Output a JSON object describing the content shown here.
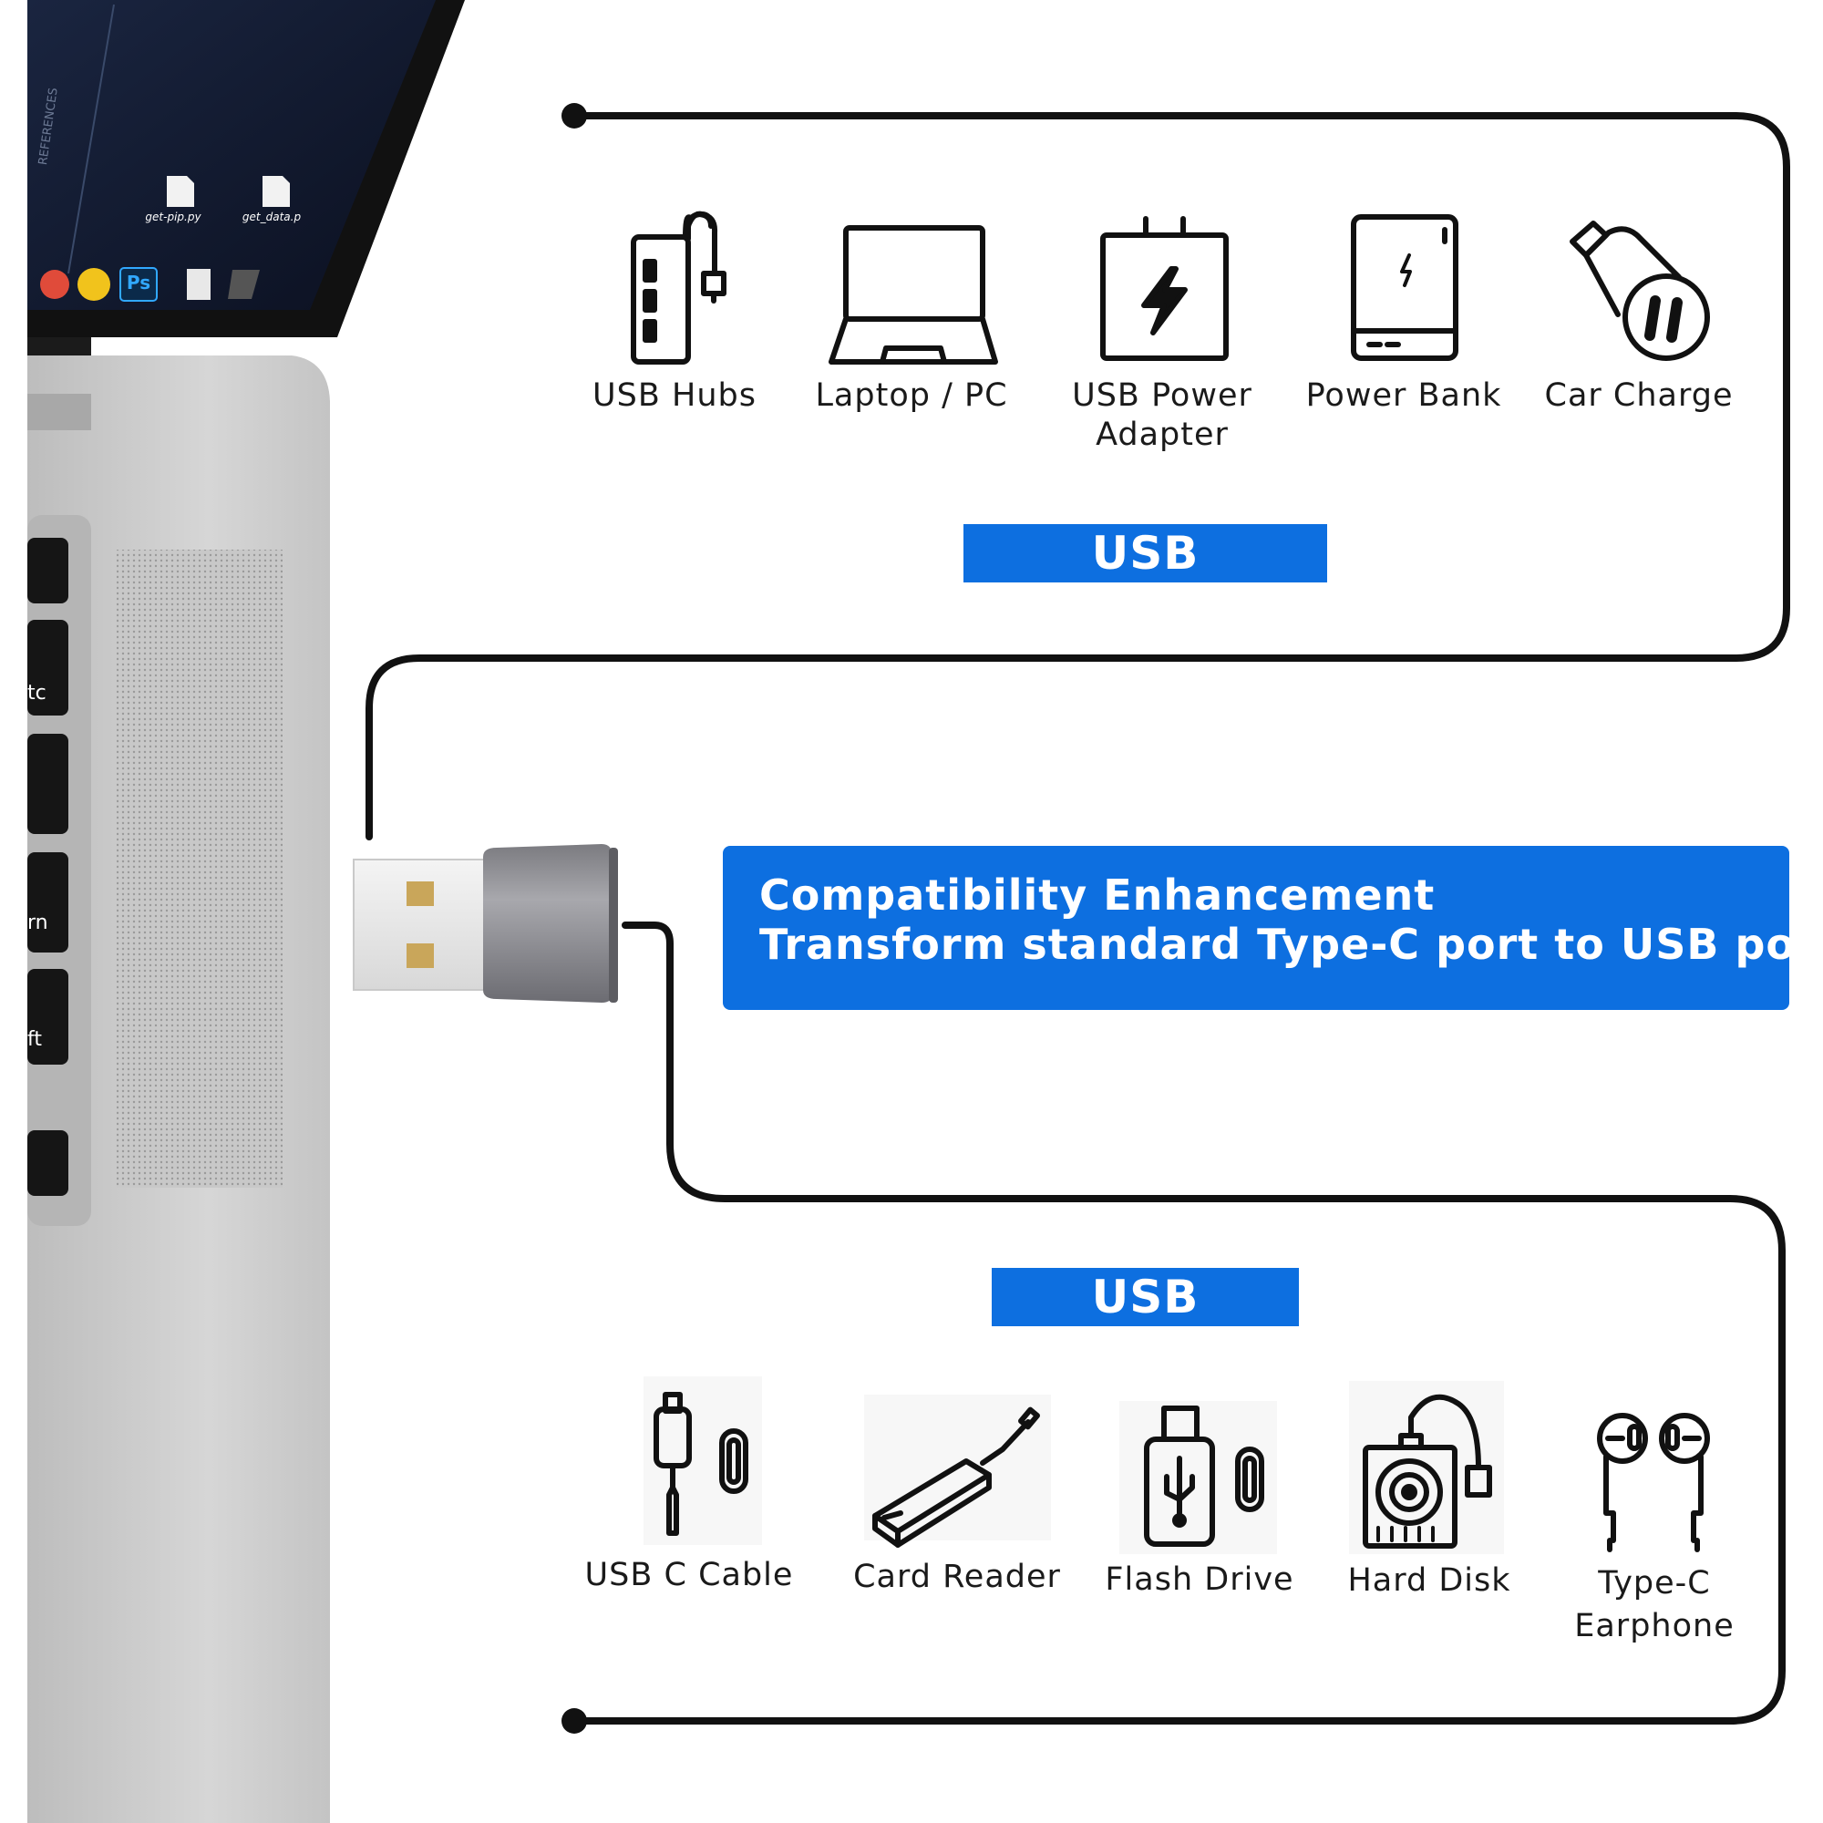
{
  "connector": {
    "title": "USB Connector",
    "devices": [
      {
        "label": "USB Hubs",
        "icon": "usb-hub-icon"
      },
      {
        "label": "Laptop / PC",
        "icon": "laptop-icon"
      },
      {
        "label_line1": "USB Power",
        "label_line2": "Adapter",
        "icon": "power-adapter-icon"
      },
      {
        "label": "Power Bank",
        "icon": "power-bank-icon"
      },
      {
        "label": "Car Charge",
        "icon": "car-charger-icon"
      }
    ]
  },
  "banner": {
    "line1": "Compatibility Enhancement",
    "line2": "Transform standard Type-C port to USB port"
  },
  "female": {
    "title": "USB Female",
    "devices": [
      {
        "label": "USB C Cable",
        "icon": "usb-c-cable-icon"
      },
      {
        "label": "Card Reader",
        "icon": "card-reader-icon"
      },
      {
        "label": "Flash Drive",
        "icon": "flash-drive-icon"
      },
      {
        "label": "Hard Disk",
        "icon": "hard-disk-icon"
      },
      {
        "label_line1": "Type-C",
        "label_line2": "Earphone",
        "icon": "earphone-icon"
      }
    ]
  },
  "laptop_screen": {
    "side_label": "REFERENCES",
    "files": [
      "get-pip.py",
      "get_data.p"
    ],
    "dock_app": "Ps"
  },
  "keyboard_keys": [
    "tc",
    "rn",
    "ft"
  ],
  "colors": {
    "accent": "#0d6fe0",
    "line": "#111111",
    "aluminium": "#c9c9c9"
  }
}
